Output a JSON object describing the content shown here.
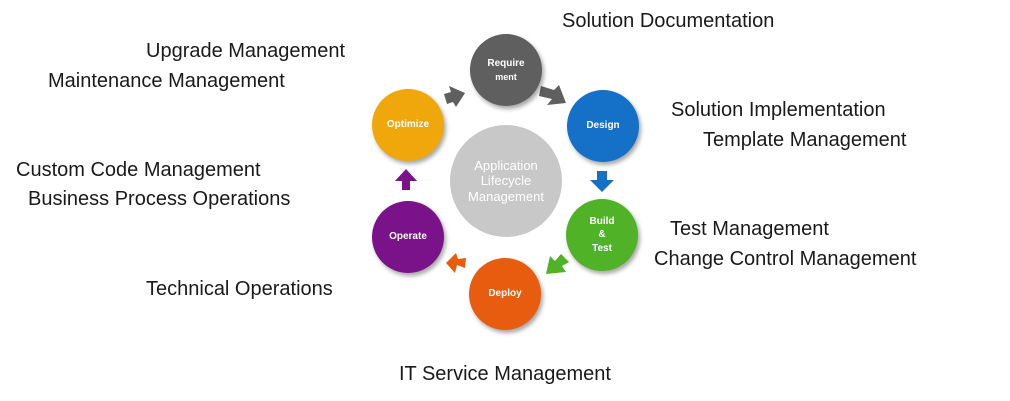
{
  "center": {
    "lines": [
      "Application",
      "Lifecycle",
      "Management"
    ],
    "color": "#c8c8c8"
  },
  "nodes": {
    "requirement": {
      "lines": [
        "Require",
        "ment"
      ],
      "color": "#5f5f5f"
    },
    "design": {
      "lines": [
        "Design"
      ],
      "color": "#1570c7"
    },
    "build_test": {
      "lines": [
        "Build",
        "&",
        "Test"
      ],
      "color": "#4fb227"
    },
    "deploy": {
      "lines": [
        "Deploy"
      ],
      "color": "#e85c0f"
    },
    "operate": {
      "lines": [
        "Operate"
      ],
      "color": "#7a128a"
    },
    "optimize": {
      "lines": [
        "Optimize"
      ],
      "color": "#f0a70b"
    }
  },
  "labels": {
    "solution_documentation": "Solution Documentation",
    "upgrade_management": "Upgrade Management",
    "maintenance_management": "Maintenance Management",
    "solution_implementation": "Solution Implementation",
    "template_management": "Template Management",
    "custom_code_management": "Custom Code Management",
    "business_process_operations": "Business Process Operations",
    "test_management": "Test Management",
    "change_control_management": "Change Control Management",
    "technical_operations": "Technical Operations",
    "it_service_management": "IT Service Management"
  },
  "arrow_colors": {
    "requirement_to_design": "#5f5f5f",
    "design_to_build": "#1570c7",
    "build_to_deploy": "#4fb227",
    "deploy_to_operate": "#e85c0f",
    "operate_to_optimize": "#7a128a",
    "optimize_to_requirement": "#5f5f5f"
  }
}
